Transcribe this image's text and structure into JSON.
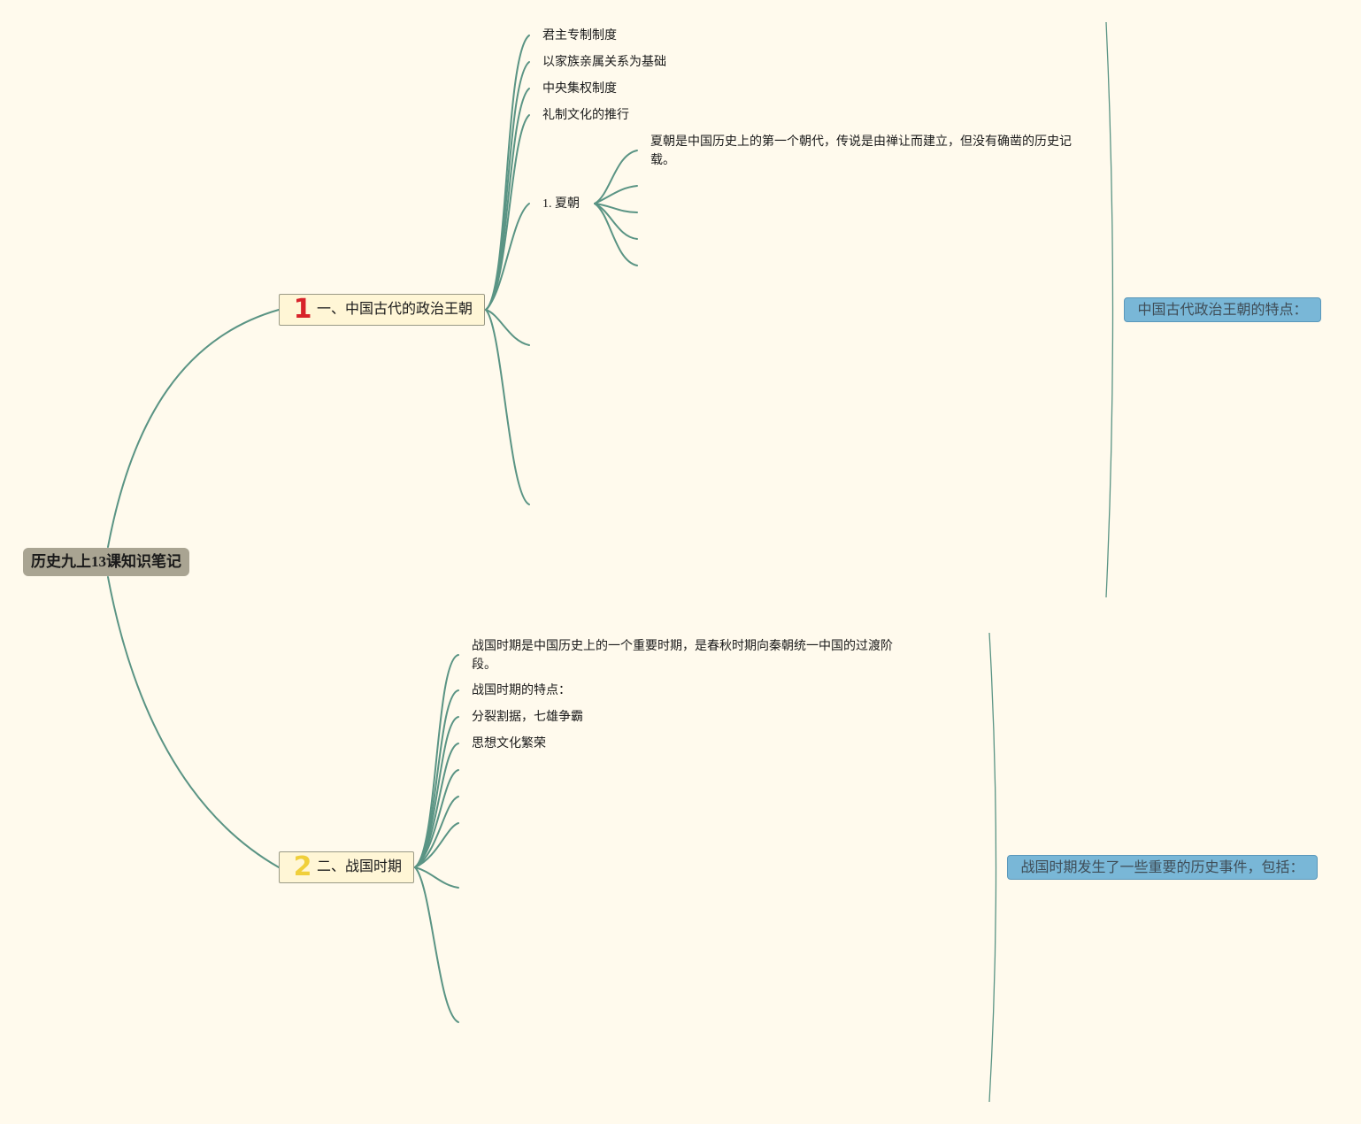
{
  "root": {
    "title": "历史九上13课知识笔记"
  },
  "branch1": {
    "number": "1",
    "title": "一、中国古代的政治王朝",
    "badge_color": "#d8232a",
    "leaves": [
      "君主专制制度",
      "以家族亲属关系为基础",
      "中央集权制度",
      "礼制文化的推行"
    ],
    "xia": {
      "label": "1. 夏朝",
      "detail": "夏朝是中国历史上的第一个朝代，传说是由禅让而建立，但没有确凿的历史记载。"
    },
    "summary": "中国古代政治王朝的特点："
  },
  "branch2": {
    "number": "2",
    "title": "二、战国时期",
    "badge_color": "#f0cf3b",
    "leaves": [
      "战国时期是中国历史上的一个重要时期，是春秋时期向秦朝统一中国的过渡阶段。",
      "战国时期的特点：",
      "分裂割据，七雄争霸",
      "思想文化繁荣"
    ],
    "summary": "战国时期发生了一些重要的历史事件，包括："
  },
  "colors": {
    "link": "#5a9484",
    "background": "#fffaed",
    "root": "#a9a492",
    "summary": "#79b7d7"
  }
}
